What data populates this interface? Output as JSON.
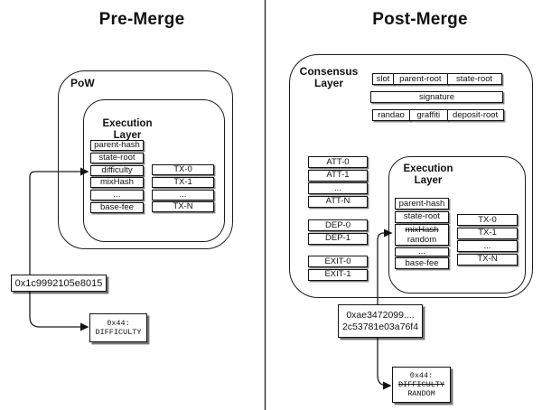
{
  "left": {
    "title": "Pre-Merge",
    "pow_label": "PoW",
    "execution_layer_label": "Execution Layer",
    "fields": [
      "parent-hash",
      "state-root",
      "difficulty",
      "mixHash",
      "...",
      "base-fee"
    ],
    "transactions": [
      "TX-0",
      "TX-1",
      "...",
      "TX-N"
    ],
    "hash_value": "0x1c9992105e8015",
    "storage_slot": {
      "address": "0x44:",
      "old_value": "DIFFICULTY"
    }
  },
  "right": {
    "title": "Post-Merge",
    "consensus_layer_label": "Consensus Layer",
    "header_fields": [
      "slot",
      "parent-root",
      "state-root"
    ],
    "signature_label": "signature",
    "meta_fields": [
      "randao",
      "graffiti",
      "deposit-root"
    ],
    "attestations": [
      "ATT-0",
      "ATT-1",
      "...",
      "ATT-N"
    ],
    "deposits": [
      "DEP-0",
      "DEP-1"
    ],
    "exits": [
      "EXIT-0",
      "EXIT-1"
    ],
    "execution_layer_label": "Execution Layer",
    "fields": [
      "parent-hash",
      "state-root",
      "mixHash",
      "random",
      "...",
      "base-fee"
    ],
    "transactions": [
      "TX-0",
      "TX-1",
      "...",
      "TX-N"
    ],
    "hash_value_line1": "0xae3472099....",
    "hash_value_line2": "2c53781e03a76f4",
    "storage_slot": {
      "address": "0x44:",
      "old_value": "DIFFICULTY",
      "new_value": "RANDOM"
    }
  },
  "colors": {
    "ink": "#141414",
    "background": "#ffffff"
  }
}
